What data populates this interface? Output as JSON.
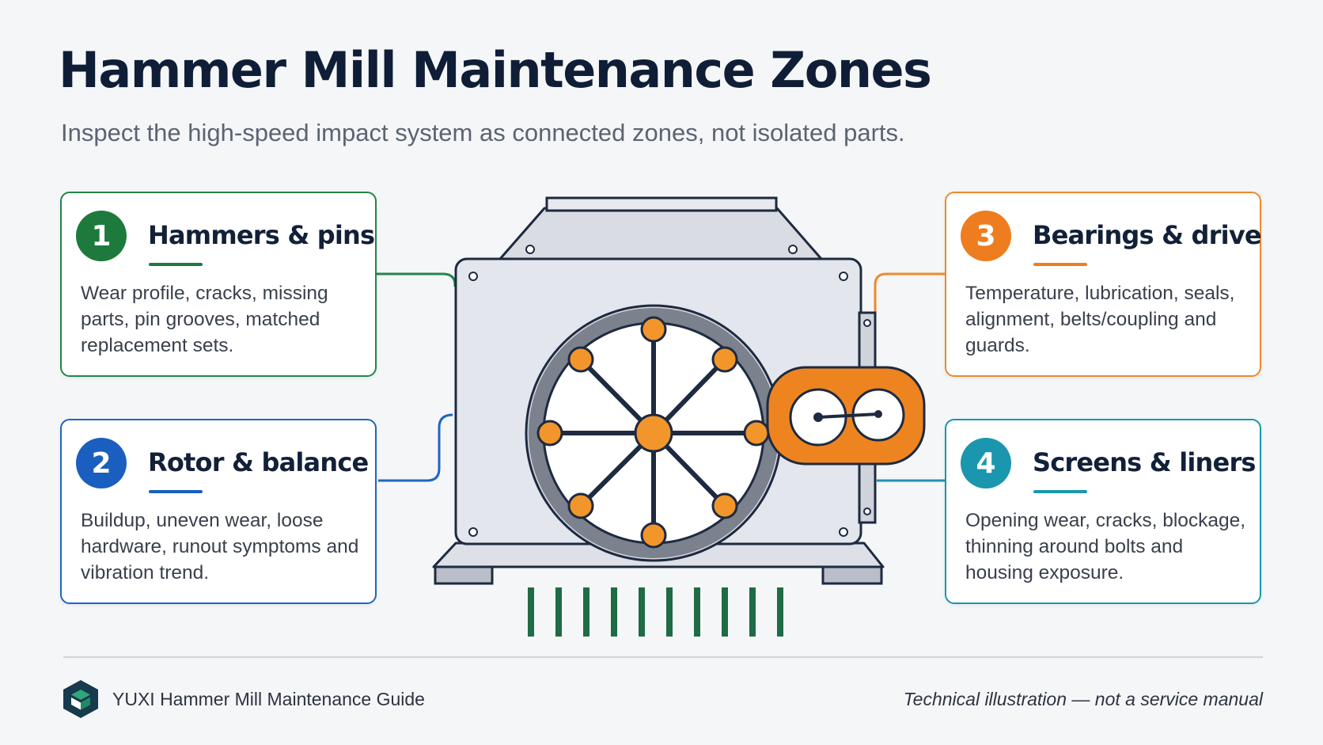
{
  "header": {
    "title": "Hammer Mill Maintenance Zones",
    "subtitle": "Inspect the high-speed impact system as connected zones, not isolated parts."
  },
  "zones": [
    {
      "number": "1",
      "title": "Hammers & pins",
      "description": "Wear profile, cracks, missing parts, pin grooves, matched replacement sets.",
      "color": "#1d7a3c"
    },
    {
      "number": "2",
      "title": "Rotor & balance",
      "description": "Buildup, uneven wear, loose hardware, runout symptoms and vibration trend.",
      "color": "#1a5fbf"
    },
    {
      "number": "3",
      "title": "Bearings & drive",
      "description": "Temperature, lubrication, seals, alignment, belts/coupling and guards.",
      "color": "#ee7d1f"
    },
    {
      "number": "4",
      "title": "Screens & liners",
      "description": "Opening wear, cracks, blockage, thinning around bolts and housing exposure.",
      "color": "#1a97ae"
    }
  ],
  "diagram": {
    "icons": [
      "hammer-mill-housing-icon",
      "rotor-icon",
      "hammer-icon",
      "drive-pulley-icon",
      "screen-bars-icon"
    ],
    "colors": {
      "housing": "#e3e6ec",
      "outline": "#1d2a40",
      "hammer": "#f2962b",
      "screen": "#1f6b45"
    }
  },
  "footer": {
    "brand": "YUXI Hammer Mill Maintenance Guide",
    "disclaimer": "Technical illustration — not a service manual",
    "logo_icon": "cube-logo-icon"
  }
}
